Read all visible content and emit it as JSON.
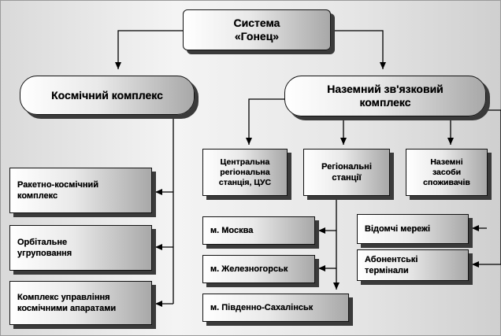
{
  "nodes": {
    "root": "Система\n«Гонец»",
    "space_complex": "Космічний комплекс",
    "ground_complex": "Наземний зв'язковий\nкомплекс",
    "rocket_complex": "Ракетно-космічний\nкомплекс",
    "orbital_group": "Орбітальне\nугруповання",
    "control_complex": "Комплекс управління\nкосмічними апаратами",
    "central_station": "Центральна\nрегіональна\nстанція, ЦУС",
    "regional_stations": "Регіональні\nстанції",
    "ground_means": "Наземні\nзасоби\nспоживачів",
    "moscow": "м. Москва",
    "zheleznogorsk": "м. Железногорськ",
    "yuzhno_sakhalinsk": "м. Південно-Сахалінськ",
    "departmental_networks": "Відомчі мережі",
    "subscriber_terminals": "Абонентські\nтермінали"
  }
}
